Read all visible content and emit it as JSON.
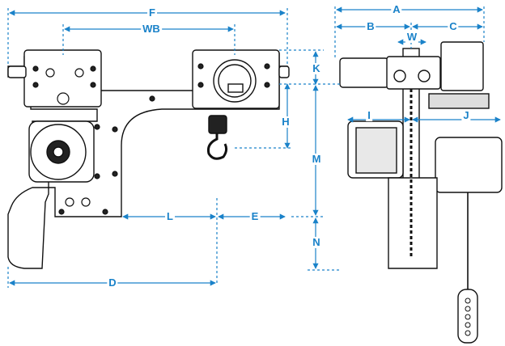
{
  "dimension_labels": {
    "F": "F",
    "WB": "WB",
    "K": "K",
    "H": "H",
    "M": "M",
    "N": "N",
    "L": "L",
    "E": "E",
    "D": "D",
    "A": "A",
    "B": "B",
    "C": "C",
    "W": "W",
    "I": "I",
    "J": "J"
  },
  "colors": {
    "dimension": "#1a82c9",
    "outline": "#111111",
    "background": "#ffffff"
  }
}
